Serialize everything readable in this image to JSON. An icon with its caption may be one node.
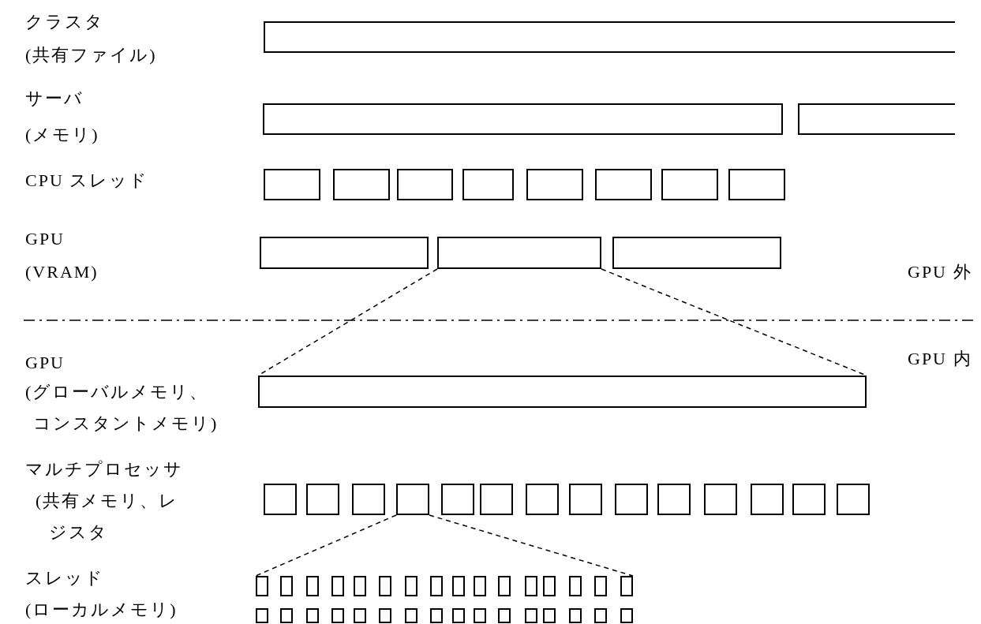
{
  "diagram": {
    "nodes": [
      {
        "text": [],
        "shape": "box"
      },
      {
        "text": [],
        "shape": "box"
      },
      {
        "text": [],
        "shape": "box"
      },
      {
        "text": [],
        "shape": "box"
      },
      {
        "text": [],
        "shape": "box"
      },
      {
        "text": [],
        "shape": "box"
      },
      {
        "text": [],
        "shape": "box"
      },
      {
        "text": [],
        "shape": "box"
      },
      {
        "text": [],
        "shape": "box"
      },
      {
        "text": [],
        "shape": "box"
      },
      {
        "text": [],
        "shape": "box"
      },
      {
        "text": [],
        "shape": "box"
      },
      {
        "text": [],
        "shape": "box"
      },
      {
        "text": [],
        "shape": "box"
      },
      {
        "text": [],
        "shape": "box"
      },
      {
        "text": [],
        "shape": "box"
      },
      {
        "text": [],
        "shape": "box"
      },
      {
        "text": [],
        "shape": "box"
      },
      {
        "text": [],
        "shape": "box"
      },
      {
        "text": [],
        "shape": "box"
      },
      {
        "text": [],
        "shape": "box"
      },
      {
        "text": [],
        "shape": "box"
      },
      {
        "text": [],
        "shape": "box"
      },
      {
        "text": [],
        "shape": "box"
      },
      {
        "text": [],
        "shape": "box"
      },
      {
        "text": [],
        "shape": "box"
      },
      {
        "text": [],
        "shape": "box"
      },
      {
        "text": [],
        "shape": "box"
      },
      {
        "text": [],
        "shape": "box"
      },
      {
        "text": [],
        "shape": "box"
      },
      {
        "text": [],
        "shape": "box"
      },
      {
        "text": [],
        "shape": "box"
      },
      {
        "text": [],
        "shape": "box"
      },
      {
        "text": [],
        "shape": "box"
      },
      {
        "text": [],
        "shape": "box"
      },
      {
        "text": [],
        "shape": "box"
      },
      {
        "text": [],
        "shape": "box"
      },
      {
        "text": [],
        "shape": "box"
      },
      {
        "text": [],
        "shape": "box"
      },
      {
        "text": [],
        "shape": "box"
      },
      {
        "text": [],
        "shape": "box"
      },
      {
        "text": [],
        "shape": "box"
      },
      {
        "text": [],
        "shape": "box"
      },
      {
        "text": [],
        "shape": "box"
      },
      {
        "text": [],
        "shape": "box"
      },
      {
        "text": [],
        "shape": "box"
      },
      {
        "text": [],
        "shape": "box"
      },
      {
        "text": [],
        "shape": "box"
      },
      {
        "text": [],
        "shape": "box"
      },
      {
        "text": [],
        "shape": "box"
      },
      {
        "text": [],
        "shape": "box"
      },
      {
        "text": [],
        "shape": "box"
      },
      {
        "text": [],
        "shape": "box"
      },
      {
        "text": [],
        "shape": "box"
      },
      {
        "text": [],
        "shape": "box"
      },
      {
        "text": [],
        "shape": "box"
      },
      {
        "text": [],
        "shape": "box"
      },
      {
        "text": [],
        "shape": "box"
      },
      {
        "text": [],
        "shape": "box"
      },
      {
        "text": [],
        "shape": "box"
      },
      {
        "text": [],
        "shape": "box"
      }
    ],
    "edges": [
      {
        "from": 12,
        "to": 14,
        "arrow": "none",
        "style": "dashed"
      },
      {
        "from": 12,
        "to": 14,
        "arrow": "none",
        "style": "dashed"
      },
      {
        "from": 18,
        "to": 29,
        "arrow": "none",
        "style": "dashed"
      },
      {
        "from": 18,
        "to": 44,
        "arrow": "none",
        "style": "dashed"
      }
    ],
    "labels": [
      "クラスタ",
      "(共有ファイル)",
      "サーバ",
      "(メモリ)",
      "CPU スレッド",
      "GPU",
      "(VRAM)",
      "GPU 外",
      "GPU 内",
      "GPU",
      "(グローバルメモリ、コンスタントメモリ)",
      "マルチプロセッサ",
      "(共有メモリ、レジスタ",
      "スレッド",
      "(ローカルメモリ)"
    ]
  }
}
